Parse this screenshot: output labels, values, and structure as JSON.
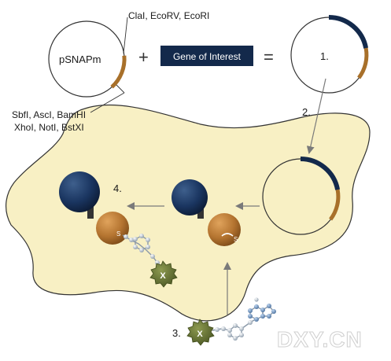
{
  "plasmid": {
    "name": "pSNAPm",
    "sites_top": "ClaI, EcoRV, EcoRI",
    "sites_bottom_line1": "SbfI, AscI, BamHI",
    "sites_bottom_line2": "XhoI, NotI, BstXI"
  },
  "operators": {
    "plus": "+",
    "equals": "="
  },
  "gene_box": {
    "label": "Gene of Interest"
  },
  "steps": {
    "s1": "1.",
    "s2": "2.",
    "s3": "3.",
    "s4": "4."
  },
  "substrate": {
    "label_x": "X",
    "label_s": "S"
  },
  "watermark": "DXY.CN",
  "colors": {
    "navy": "#13294b",
    "orange": "#a8702a",
    "cell_fill": "#f8f0c4",
    "cell_stroke": "#333333",
    "arrow": "#7a7a7a",
    "green": "#5d6a2c"
  }
}
